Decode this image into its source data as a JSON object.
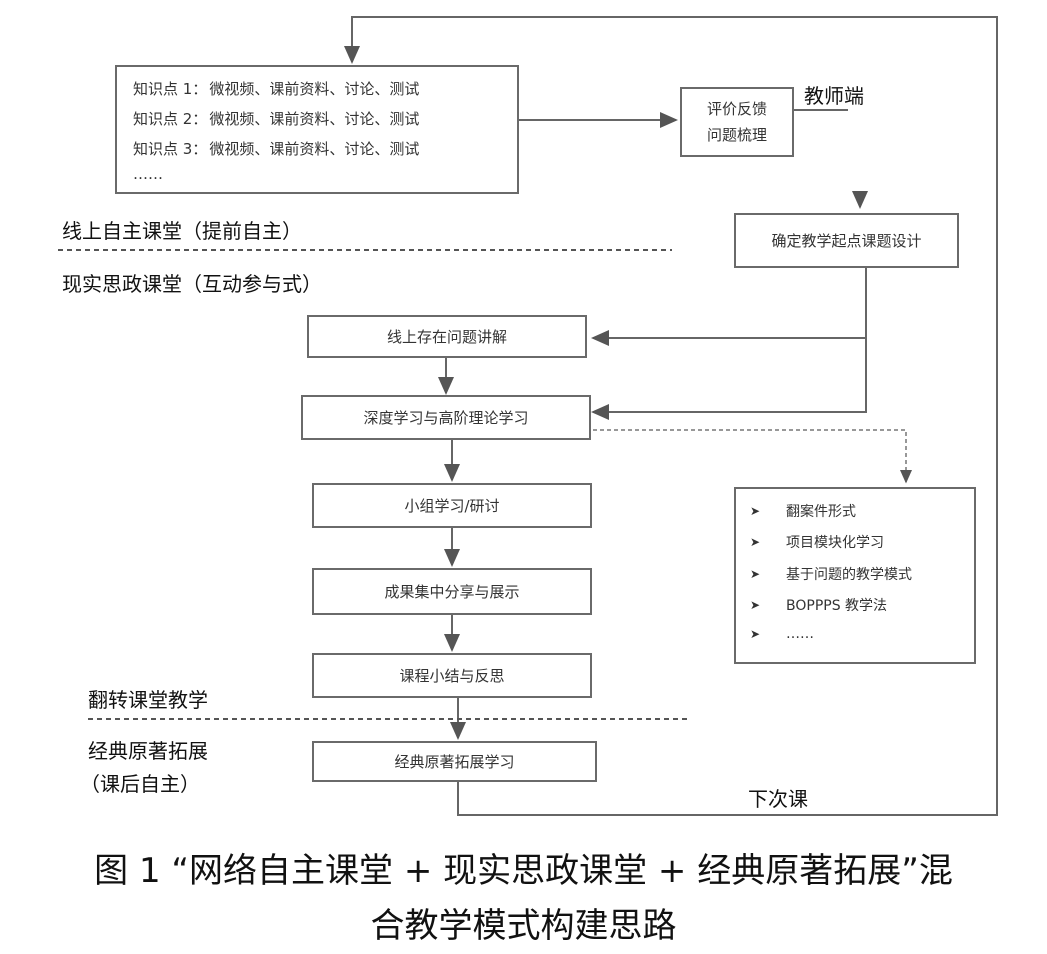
{
  "knowledge_box": {
    "lines": [
      {
        "point": "知识点 1：",
        "items": "微视频、课前资料、讨论、测试"
      },
      {
        "point": "知识点 2：",
        "items": "微视频、课前资料、讨论、测试"
      },
      {
        "point": "知识点 3：",
        "items": "微视频、课前资料、讨论、测试"
      }
    ],
    "more": "……"
  },
  "feedback_box": {
    "line1": "评价反馈",
    "line2": "问题梳理"
  },
  "teacher_label": "教师端",
  "design_box": "确定教学起点课题设计",
  "sections": {
    "online": "线上自主课堂（提前自主）",
    "reality": "现实思政课堂（互动参与式）",
    "flipped": "翻转课堂教学",
    "classic_line1": "经典原著拓展",
    "classic_line2": "（课后自主）"
  },
  "flow": {
    "step1": "线上存在问题讲解",
    "step2": "深度学习与高阶理论学习",
    "step3": "小组学习/研讨",
    "step4": "成果集中分享与展示",
    "step5": "课程小结与反思",
    "step6": "经典原著拓展学习"
  },
  "methods": {
    "items": [
      "翻案件形式",
      "项目模块化学习",
      "基于问题的教学模式",
      "BOPPPS 教学法",
      "……"
    ]
  },
  "next_class_label": "下次课",
  "caption": {
    "line1": "图 1 “网络自主课堂 + 现实思政课堂 + 经典原著拓展”混",
    "line2": "合教学模式构建思路"
  }
}
